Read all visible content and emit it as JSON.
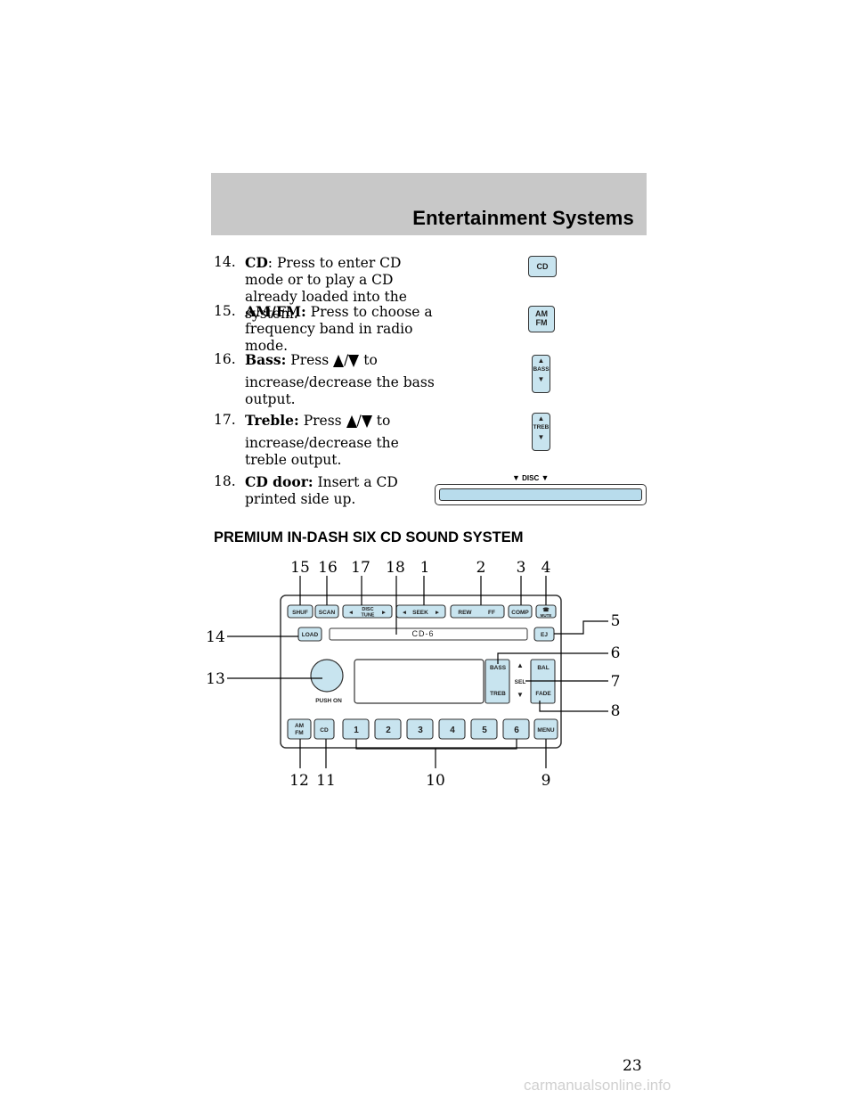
{
  "header": {
    "title": "Entertainment Systems"
  },
  "items": [
    {
      "num": "14.",
      "label": "CD",
      "sep": ": ",
      "text": "Press to enter CD mode or to play a CD already loaded into the system."
    },
    {
      "num": "15.",
      "label": "AM/FM:",
      "text": "Press to choose a frequency band in radio mode."
    },
    {
      "num": "16.",
      "label": "Bass:",
      "pre": "Press",
      "post": "to",
      "text": "increase/decrease the bass output."
    },
    {
      "num": "17.",
      "label": "Treble:",
      "pre": "Press",
      "post": "to",
      "text": "increase/decrease the treble output."
    },
    {
      "num": "18.",
      "label": "CD door:",
      "text": "Insert a CD printed side up."
    }
  ],
  "icons": {
    "cd": "CD",
    "am": "AM",
    "fm": "FM",
    "bass": "BASS",
    "treb": "TREB",
    "disc": "DISC"
  },
  "section_title": "PREMIUM IN-DASH SIX CD SOUND SYSTEM",
  "diagram": {
    "buttons": {
      "shuf": "SHUF",
      "scan": "SCAN",
      "disc": "DISC",
      "tune": "TUNE",
      "seek": "SEEK",
      "rew": "REW",
      "ff": "FF",
      "comp": "COMP",
      "mute": "MUTE",
      "load": "LOAD",
      "cd6": "CD-6",
      "ej": "EJ",
      "push_on": "PUSH ON",
      "bass": "BASS",
      "treb": "TREB",
      "sel": "SEL",
      "bal": "BAL",
      "fade": "FADE",
      "am": "AM",
      "fm": "FM",
      "cd": "CD",
      "p1": "1",
      "p2": "2",
      "p3": "3",
      "p4": "4",
      "p5": "5",
      "p6": "6",
      "menu": "MENU"
    },
    "callouts": {
      "c1": "1",
      "c2": "2",
      "c3": "3",
      "c4": "4",
      "c5": "5",
      "c6": "6",
      "c7": "7",
      "c8": "8",
      "c9": "9",
      "c10": "10",
      "c11": "11",
      "c12": "12",
      "c13": "13",
      "c14": "14",
      "c15": "15",
      "c16": "16",
      "c17": "17",
      "c18": "18"
    }
  },
  "page_number": "23",
  "watermark": "carmanualsonline.info"
}
